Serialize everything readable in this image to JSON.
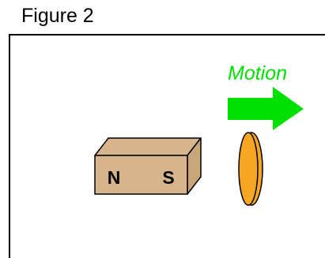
{
  "figure": {
    "title": "Figure 2"
  },
  "motion": {
    "label": "Motion",
    "color": "#00e000"
  },
  "magnet": {
    "north_label": "N",
    "south_label": "S",
    "color": "#d6b48c"
  },
  "coil": {
    "color": "#f5a623"
  },
  "icons": {
    "arrow": "right-arrow-icon"
  }
}
